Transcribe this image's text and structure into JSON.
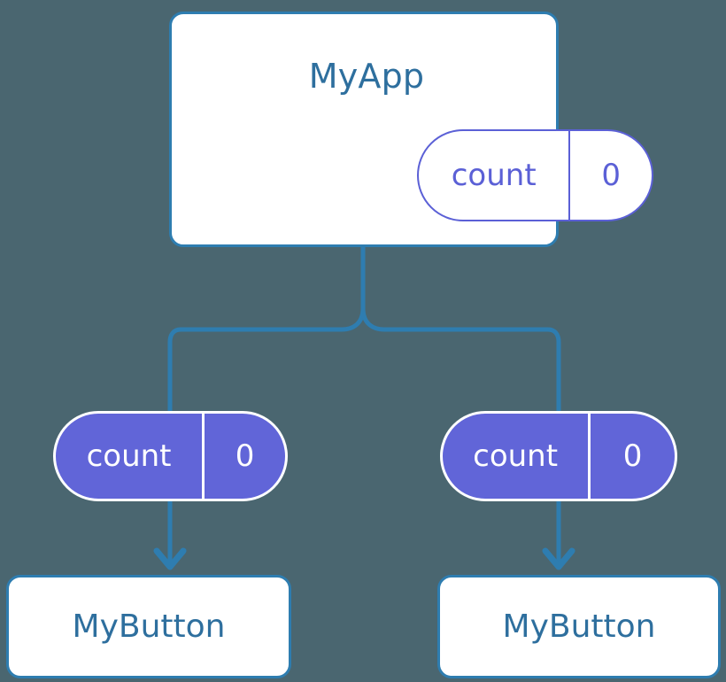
{
  "diagram": {
    "title": "MyApp",
    "background_color": "#4a6670",
    "edge_color": "#2e7db0",
    "node_border_color": "#2e7db0",
    "node_text_color": "#2e6f9e",
    "pill_fill_color": "#6165d8",
    "pill_outline_color": "#5b60d6",
    "pill_text_color": "#ffffff"
  },
  "root": {
    "label": "MyApp",
    "state": {
      "key": "count",
      "value": "0"
    }
  },
  "children": [
    {
      "state": {
        "key": "count",
        "value": "0"
      },
      "label": "MyButton"
    },
    {
      "state": {
        "key": "count",
        "value": "0"
      },
      "label": "MyButton"
    }
  ]
}
